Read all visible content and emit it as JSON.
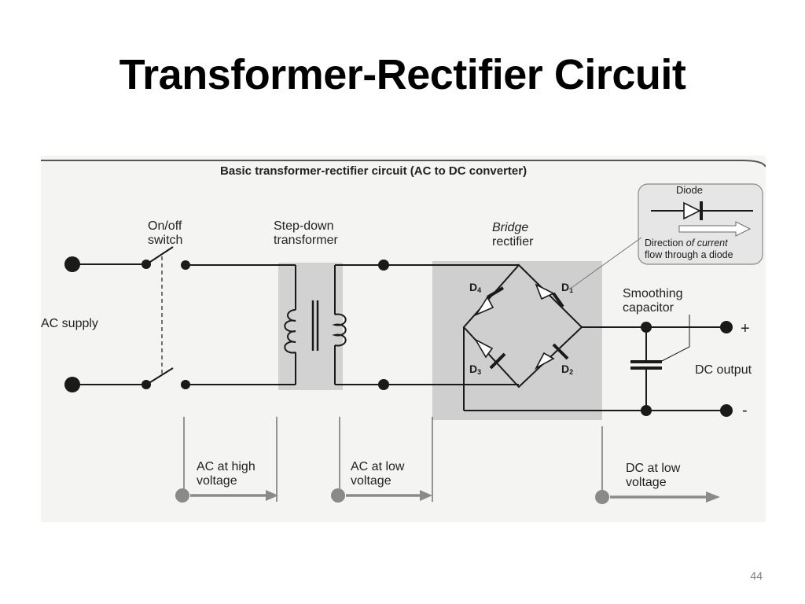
{
  "slide": {
    "title": "Transformer-Rectifier Circuit",
    "page_number": "44"
  },
  "diagram": {
    "heading": "Basic transformer-rectifier circuit (AC to DC converter)",
    "labels": {
      "switch_line1": "On/off",
      "switch_line2": "switch",
      "transformer_line1": "Step-down",
      "transformer_line2": "transformer",
      "bridge_line1": "Bridge",
      "bridge_line2": "rectifier",
      "ac_supply": "AC supply",
      "capacitor_line1": "Smoothing",
      "capacitor_line2": "capacitor",
      "dc_output": "DC output",
      "plus": "+",
      "minus": "-"
    },
    "diode_callout": {
      "title": "Diode",
      "caption_part1": "Direction ",
      "caption_emph": "of current",
      "caption_line2": "flow through a diode"
    },
    "diodes": [
      {
        "letter": "D",
        "sub": "4"
      },
      {
        "letter": "D",
        "sub": "1"
      },
      {
        "letter": "D",
        "sub": "3"
      },
      {
        "letter": "D",
        "sub": "2"
      }
    ],
    "stages": [
      {
        "line1": "AC at high",
        "line2": "voltage"
      },
      {
        "line1": "AC at low",
        "line2": "voltage"
      },
      {
        "line1": "DC at low",
        "line2": "voltage"
      }
    ],
    "colors": {
      "paper": "#f4f4f2",
      "shading": "#cfcfcf",
      "wire": "#1a1a1a",
      "stage_arrow": "#8a8a8a"
    }
  }
}
